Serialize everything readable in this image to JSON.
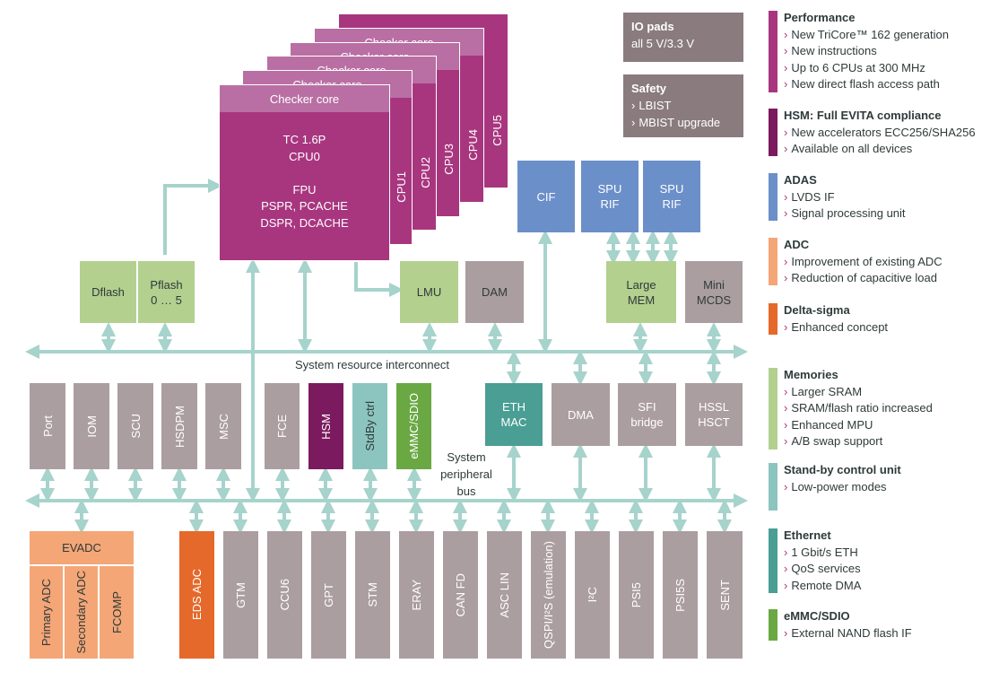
{
  "cpu": {
    "checker_label": "Checker core",
    "main_lines": "TC 1.6P\nCPU0\n\nFPU\nPSPR, PCACHE\nDSPR, DCACHE",
    "cores": [
      "CPU1",
      "CPU2",
      "CPU3",
      "CPU4",
      "CPU5"
    ]
  },
  "memory": {
    "dflash": "Dflash",
    "pflash": "Pflash\n0 … 5",
    "lmu": "LMU",
    "dam": "DAM",
    "large_mem": "Large\nMEM",
    "mini_mcds": "Mini\nMCDS"
  },
  "top_right": {
    "cif": "CIF",
    "spu_rif_1": "SPU\nRIF",
    "spu_rif_2": "SPU\nRIF"
  },
  "bus": {
    "sri": "System resource interconnect",
    "spb": "System\nperipheral\nbus"
  },
  "periph_row": {
    "port": "Port",
    "iom": "IOM",
    "scu": "SCU",
    "hsdpm": "HSDPM",
    "msc": "MSC",
    "fce": "FCE",
    "hsm": "HSM",
    "stdby": "StdBy ctrl",
    "emmc": "eMMC/SDIO",
    "eth": "ETH\nMAC",
    "dma": "DMA",
    "sfi": "SFI\nbridge",
    "hssl": "HSSL\nHSCT"
  },
  "bottom_row": {
    "evadc": "EVADC",
    "primary_adc": "Primary ADC",
    "secondary_adc": "Secondary ADC",
    "fcomp": "FCOMP",
    "eds_adc": "EDS ADC",
    "gtm": "GTM",
    "ccu6": "CCU6",
    "gpt": "GPT",
    "stm": "STM",
    "eray": "ERAY",
    "can_fd": "CAN FD",
    "asc_lin": "ASC LIN",
    "qspi": "QSPI/I²S (emulation)",
    "i2c": "I²C",
    "psi5": "PSI5",
    "psi5s": "PSI5S",
    "sent": "SENT"
  },
  "io_pads": {
    "title": "IO pads",
    "text": "all 5 V/3.3 V"
  },
  "safety": {
    "title": "Safety",
    "items": [
      "LBIST",
      "MBIST upgrade"
    ]
  },
  "legend": [
    {
      "title": "Performance",
      "color": "#a8367f",
      "items": [
        "New TriCore™ 162 generation",
        "New instructions",
        "Up to 6 CPUs at 300 MHz",
        "New direct flash access path"
      ]
    },
    {
      "title": "HSM: Full EVITA compliance",
      "color": "#7b1a5e",
      "items": [
        "New accelerators ECC256/SHA256",
        "Available on all devices"
      ]
    },
    {
      "title": "ADAS",
      "color": "#6b8fc9",
      "items": [
        "LVDS IF",
        "Signal processing unit"
      ]
    },
    {
      "title": "ADC",
      "color": "#f4a677",
      "items": [
        "Improvement of existing ADC",
        "Reduction of capacitive load"
      ]
    },
    {
      "title": "Delta-sigma",
      "color": "#e5692b",
      "items": [
        "Enhanced concept"
      ]
    },
    {
      "title": "Memories",
      "color": "#b3d08f",
      "items": [
        "Larger SRAM",
        "SRAM/flash ratio increased",
        "Enhanced MPU",
        "A/B swap support"
      ]
    },
    {
      "title": "Stand-by control unit",
      "color": "#8cc5bf",
      "items": [
        "Low-power modes"
      ]
    },
    {
      "title": "Ethernet",
      "color": "#4a9e94",
      "items": [
        "1 Gbit/s ETH",
        "QoS services",
        "Remote DMA"
      ]
    },
    {
      "title": "eMMC/SDIO",
      "color": "#6aa843",
      "items": [
        "External NAND flash IF"
      ]
    }
  ],
  "colors": {
    "connector": "#a6d3cc",
    "grey_block": "#ab9ea0",
    "memory_green": "#b3d08f",
    "cpu": "#a8367f",
    "checker": "#b96fa3",
    "adas": "#6b8fc9",
    "adc": "#f4a677",
    "delta_sigma": "#e5692b"
  }
}
